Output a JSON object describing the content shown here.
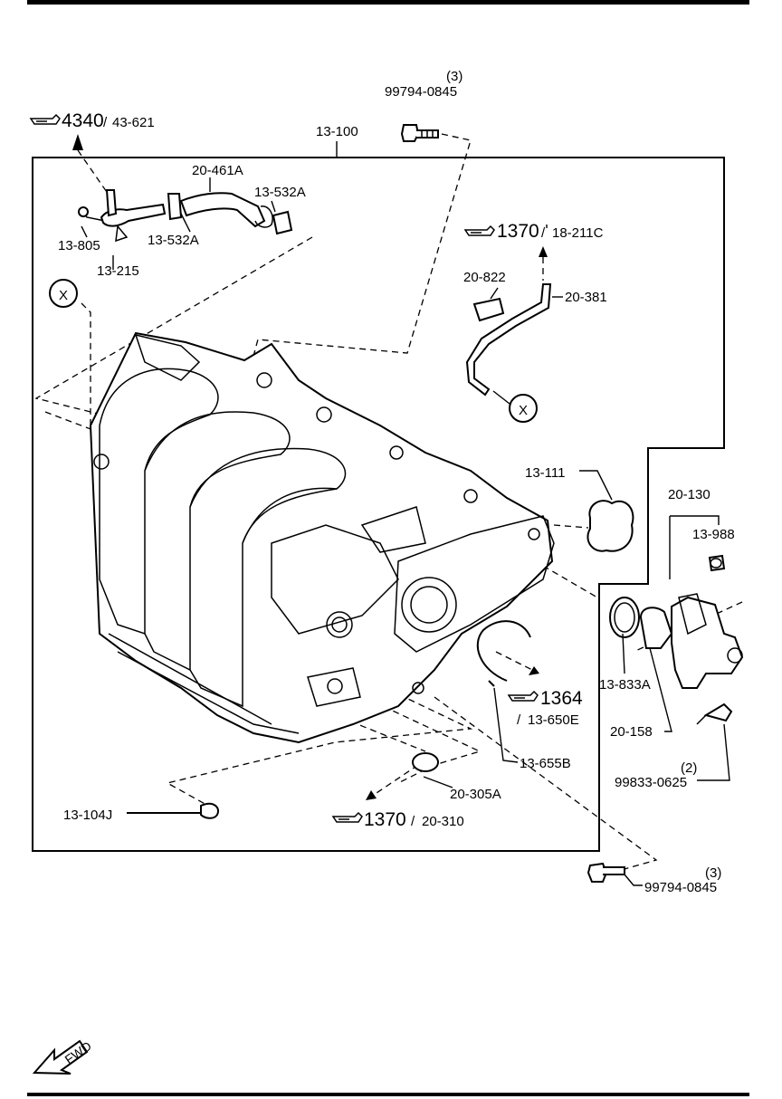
{
  "refs": {
    "r4340_num": "4340",
    "r4340_sub": "43-621",
    "r1370a_num": "1370",
    "r1370a_sub": "18-211C",
    "r1364_num": "1364",
    "r1364_sub": "13-650E",
    "r1370b_num": "1370",
    "r1370b_sub": "20-310"
  },
  "qty": {
    "top_bolt": "(3)",
    "bottom_bolt": "(3)",
    "bolt_20158": "(2)"
  },
  "labels": {
    "p13_100": "13-100",
    "p99794_top": "99794-0845",
    "p20_461A": "20-461A",
    "p13_532A_right": "13-532A",
    "p13_532A_left": "13-532A",
    "p13_805": "13-805",
    "p13_215": "13-215",
    "p20_822": "20-822",
    "p20_381": "20-381",
    "p13_111": "13-111",
    "p20_130": "20-130",
    "p13_988": "13-988",
    "p13_833A": "13-833A",
    "p20_158": "20-158",
    "p99833": "99833-0625",
    "p13_655B": "13-655B",
    "p20_305A": "20-305A",
    "p13_104J": "13-104J",
    "p99794_bottom": "99794-0845",
    "fwd": "FWD",
    "x_mark_left": "X",
    "x_mark_right": "X"
  }
}
